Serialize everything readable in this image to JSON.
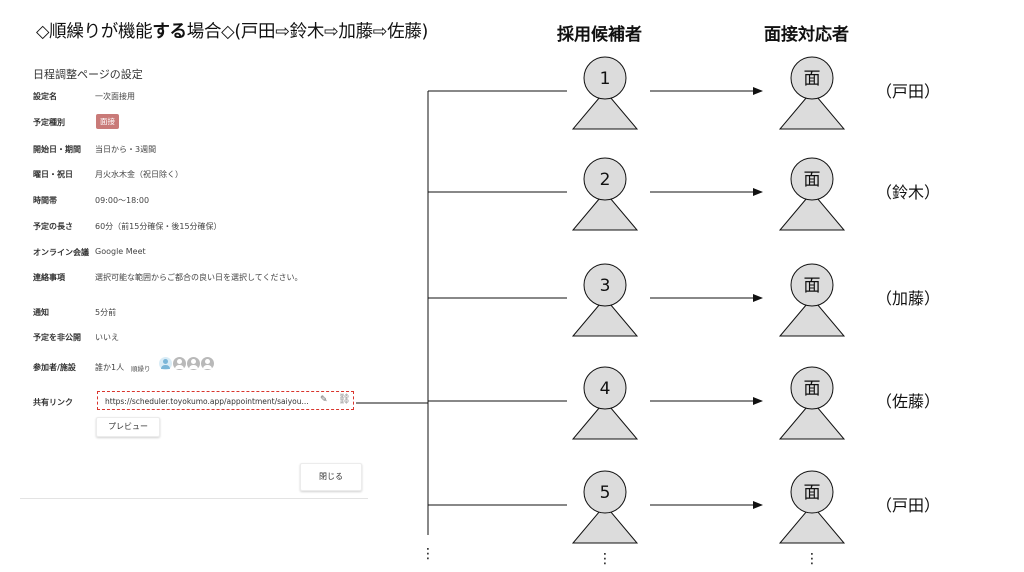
{
  "title": {
    "prefix": "◇順繰りが機能",
    "bold": "する",
    "suffix": "場合◇(戸田⇨鈴木⇨加藤⇨佐藤)"
  },
  "headers": {
    "candidates": "採用候補者",
    "interviewers": "面接対応者"
  },
  "settings": {
    "title": "日程調整ページの設定",
    "rows": [
      {
        "label": "設定名",
        "value": "一次面接用"
      },
      {
        "label": "予定種別",
        "value": "",
        "badge": "面接"
      },
      {
        "label": "開始日・期間",
        "value": "当日から・3週間"
      },
      {
        "label": "曜日・祝日",
        "value": "月火水木金（祝日除く）"
      },
      {
        "label": "時間帯",
        "value": "09:00〜18:00"
      },
      {
        "label": "予定の長さ",
        "value": "60分（前15分確保・後15分確保）"
      },
      {
        "label": "オンライン会議",
        "value": "Google Meet"
      },
      {
        "label": "連絡事項",
        "value": "選択可能な範囲からご都合の良い日を選択してください。"
      },
      {
        "label": "通知",
        "value": "5分前"
      },
      {
        "label": "予定を非公開",
        "value": "いいえ"
      },
      {
        "label": "参加者/施設",
        "value": "誰か1人",
        "note": "順繰り"
      },
      {
        "label": "共有リンク",
        "value": ""
      }
    ],
    "share_link": "https://scheduler.toyokumo.app/appointment/saiyou...",
    "preview_button": "プレビュー",
    "close_button": "閉じる"
  },
  "candidates": [
    "1",
    "2",
    "3",
    "4",
    "5"
  ],
  "interviewer_label": "面",
  "interviewer_names": [
    "（戸田）",
    "（鈴木）",
    "（加藤）",
    "（佐藤）",
    "（戸田）"
  ],
  "ellipsis": "⋮"
}
